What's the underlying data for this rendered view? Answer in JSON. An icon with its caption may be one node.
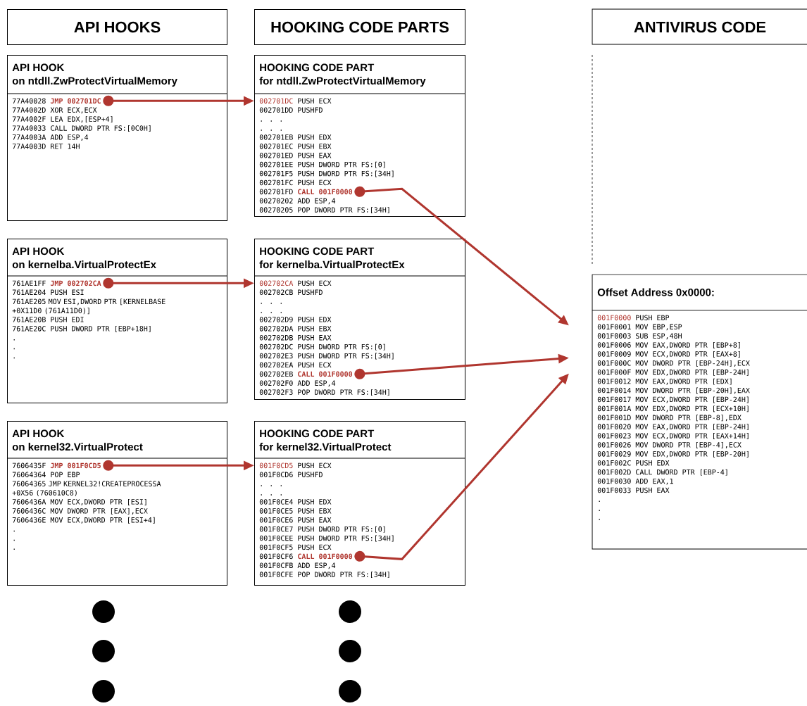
{
  "diagram": {
    "nodes": [
      {
        "text": [
          "API HOOKS"
        ]
      },
      {
        "text": [
          "HOOKING CODE PARTS"
        ]
      },
      {
        "text": [
          "ANTIVIRUS CODE"
        ]
      },
      {
        "text": [
          "API HOOK",
          "on ntdll.ZwProtectVirtualMemory",
          "77A40028",
          "77A4002D XOR ECX,ECX",
          "77A4002F LEA EDX,[ESP+4]",
          "77A40033 CALL DWORD PTR FS:[0C0H]",
          "77A4003A ADD ESP,4",
          "77A4003D RET 14H"
        ]
      },
      {
        "text": [
          "JMP 002701DC"
        ],
        "in": 3
      },
      {
        "text": [
          "HOOKING CODE PART",
          "for ntdll.ZwProtectVirtualMemory",
          "002701DC",
          "PUSH ECX",
          "002701DD PUSHFD",
          ". . .",
          ". . .",
          "002701EB PUSH EDX",
          "002701EC PUSH EBX",
          "002701ED PUSH EAX",
          "002701EE PUSH DWORD PTR FS:[0]",
          "002701F5 PUSH DWORD PTR FS:[34H]",
          "002701FC PUSH ECX",
          "002701FD",
          "00270202 ADD ESP,4",
          "00270205 POP DWORD PTR FS:[34H]"
        ]
      },
      {
        "text": [
          "CALL 001F0000"
        ],
        "in": 5
      },
      {
        "text": [
          "API HOOK",
          "on kernelba.VirtualProtectEx",
          "761AE1FF",
          "761AE204 PUSH ESI",
          "761AE205 MOV ESI,DWORD PTR [KERNELBASE +0X11D0 (761A11D0)]",
          "761AE20B PUSH EDI",
          "761AE20C PUSH DWORD PTR [EBP+18H]",
          ".",
          ".",
          "."
        ]
      },
      {
        "text": [
          "JMP 002702CA"
        ],
        "in": 7
      },
      {
        "text": [
          "HOOKING CODE PART",
          "for kernelba.VirtualProtectEx",
          "002702CA",
          "PUSH ECX",
          "002702CB PUSHFD",
          ". . .",
          ". . .",
          "002702D9 PUSH EDX",
          "002702DA PUSH EBX",
          "002702DB PUSH EAX",
          "002702DC PUSH DWORD PTR FS:[0]",
          "002702E3 PUSH DWORD PTR FS:[34H]",
          "002702EA PUSH ECX",
          "002702EB",
          "002702F0 ADD ESP,4",
          "002702F3 POP DWORD PTR FS:[34H]"
        ]
      },
      {
        "text": [
          "CALL 001F0000"
        ],
        "in": 9
      },
      {
        "text": [
          "API HOOK",
          "on kernel32.VirtualProtect",
          "7606435F",
          "76064364 POP EBP",
          "76064365 JMP KERNEL32!CREATEPROCESSA +0X56 (760610C8)",
          "7606436A MOV ECX,DWORD PTR [ESI]",
          "7606436C MOV DWORD PTR [EAX],ECX",
          "7606436E MOV ECX,DWORD PTR [ESI+4]",
          ".",
          ".",
          "."
        ]
      },
      {
        "text": [
          "JMP 001F0CD5"
        ],
        "in": 11
      },
      {
        "text": [
          "HOOKING CODE PART",
          "for kernel32.VirtualProtect",
          "001F0CD5",
          "PUSH ECX",
          "001F0CD6 PUSHFD",
          ". . .",
          ". . .",
          "001F0CE4 PUSH EDX",
          "001F0CE5 PUSH EBX",
          "001F0CE6 PUSH EAX",
          "001F0CE7 PUSH DWORD PTR FS:[0]",
          "001F0CEE PUSH DWORD PTR FS:[34H]",
          "001F0CF5 PUSH ECX",
          "001F0CF6",
          "001F0CFB ADD ESP,4",
          "001F0CFE POP DWORD PTR FS:[34H]"
        ]
      },
      {
        "text": [
          "CALL 001F0000"
        ],
        "in": 13
      },
      {
        "text": [
          "Offset Address 0x0000:",
          "001F0000",
          "PUSH EBP",
          "001F0001 MOV EBP,ESP",
          "001F0003 SUB ESP,48H",
          "001F0006 MOV EAX,DWORD PTR [EBP+8]",
          "001F0009 MOV ECX,DWORD PTR [EAX+8]",
          "001F000C MOV DWORD PTR [EBP-24H],ECX",
          "001F000F MOV EDX,DWORD PTR [EBP-24H]",
          "001F0012 MOV EAX,DWORD PTR [EDX]",
          "001F0014 MOV DWORD PTR [EBP-20H],EAX",
          "001F0017 MOV ECX,DWORD PTR [EBP-24H]",
          "001F001A MOV EDX,DWORD PTR [ECX+10H]",
          "001F001D MOV DWORD PTR [EBP-8],EDX",
          "001F0020 MOV EAX,DWORD PTR [EBP-24H]",
          "001F0023 MOV ECX,DWORD PTR [EAX+14H]",
          "001F0026 MOV DWORD PTR [EBP-4],ECX",
          "001F0029 MOV EDX,DWORD PTR [EBP-20H]",
          "001F002C PUSH EDX",
          "001F002D CALL DWORD PTR [EBP-4]",
          "001F0030 ADD EAX,1",
          "001F0033 PUSH EAX",
          ".",
          ".",
          "."
        ]
      }
    ],
    "edges": [
      {
        "from": 4,
        "to": 5,
        "arrow": "to"
      },
      {
        "from": 8,
        "to": 9,
        "arrow": "to"
      },
      {
        "from": 12,
        "to": 13,
        "arrow": "to"
      },
      {
        "from": 6,
        "to": 15,
        "arrow": "to"
      },
      {
        "from": 10,
        "to": 15,
        "arrow": "to"
      },
      {
        "from": 14,
        "to": 15,
        "arrow": "to"
      }
    ]
  }
}
